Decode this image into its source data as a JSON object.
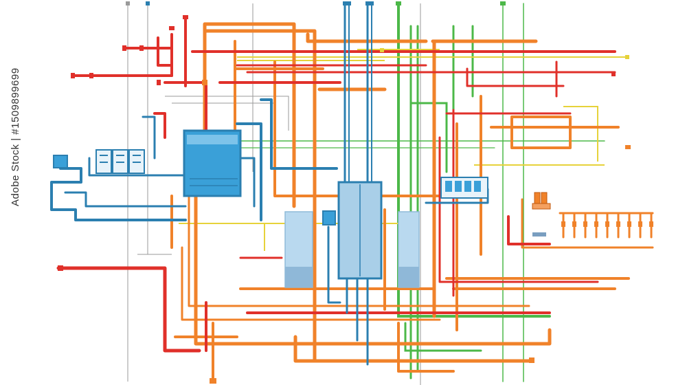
{
  "watermark": {
    "id_text": "Adobe Stock | #1509899699"
  },
  "colors": {
    "background": "#ffffff",
    "red": "#e0302a",
    "orange": "#f0822a",
    "green": "#4cb848",
    "yellow": "#e6d23a",
    "blue": "#2b7fb0",
    "blue_fill": "#3aa0d8",
    "light_blue": "#a9cfe8",
    "thin_line": "#9a9a9a"
  },
  "components": [
    "small-left-box",
    "left-rack-units",
    "main-control-panel",
    "left-tank",
    "central-tank",
    "right-tank",
    "small-center-box",
    "right-control-panel",
    "right-valve-cluster",
    "right-manifold"
  ]
}
